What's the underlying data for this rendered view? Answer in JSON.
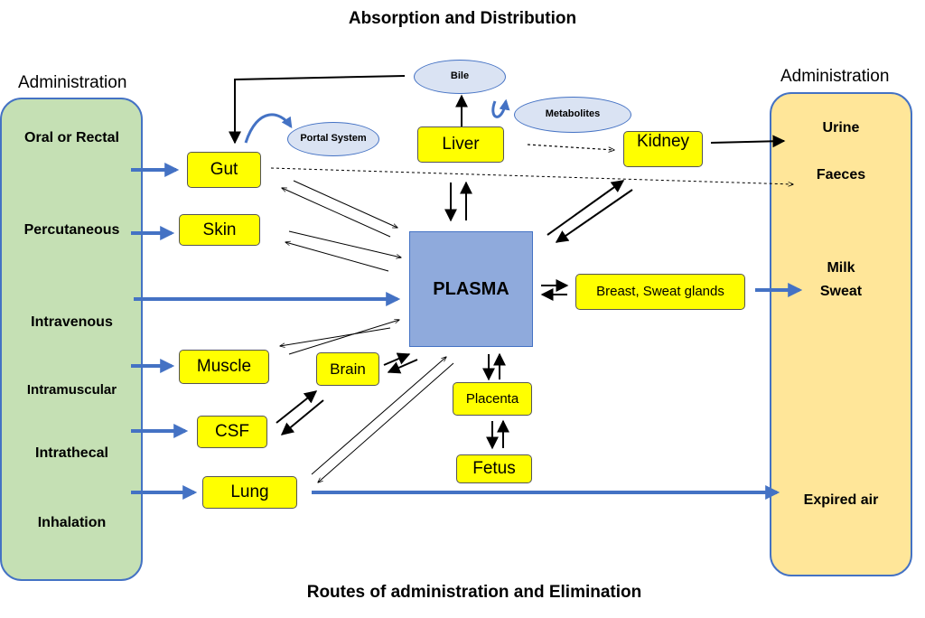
{
  "title_top": "Absorption and Distribution",
  "title_bottom": "Routes of administration and Elimination",
  "left_panel": {
    "heading": "Administration",
    "color": "#c5e0b4",
    "routes": [
      "Oral or Rectal",
      "Percutaneous",
      "Intravenous",
      "Intramuscular",
      "Intrathecal",
      "Inhalation"
    ]
  },
  "right_panel": {
    "heading": "Administration",
    "color": "#ffe699",
    "outputs": [
      "Urine",
      "Faeces",
      "Milk",
      "Sweat",
      "Expired air"
    ]
  },
  "nodes": {
    "gut": "Gut",
    "skin": "Skin",
    "muscle": "Muscle",
    "csf": "CSF",
    "lung": "Lung",
    "brain": "Brain",
    "liver": "Liver",
    "kidney": "Kidney",
    "breast": "Breast, Sweat glands",
    "placenta": "Placenta",
    "fetus": "Fetus",
    "plasma": "PLASMA"
  },
  "ovals": {
    "bile": "Bile",
    "portal": "Portal System",
    "metabolites": "Metabolites"
  },
  "colors": {
    "organ_box": "#ffff00",
    "plasma": "#8faadc",
    "oval": "#dae3f3",
    "arrow_blue": "#4472c4"
  }
}
